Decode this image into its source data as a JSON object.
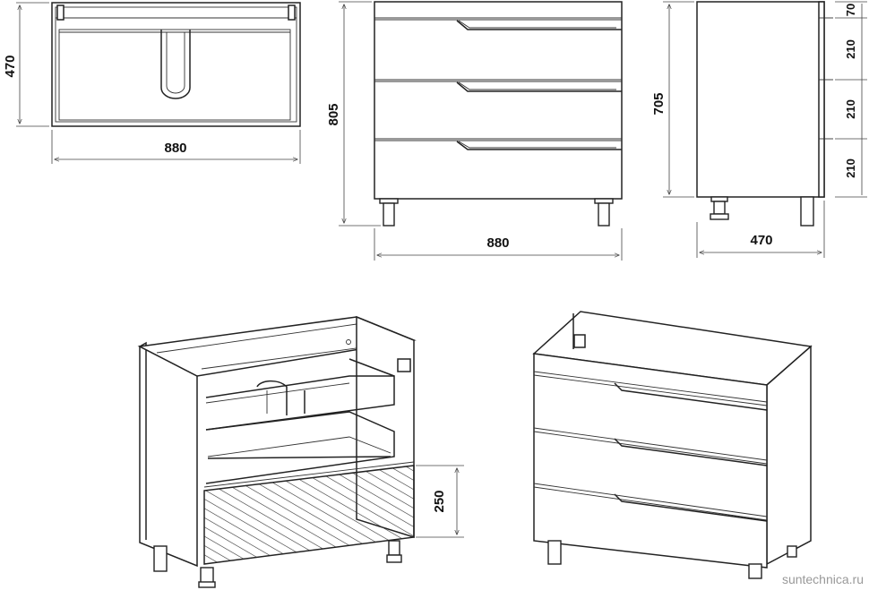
{
  "views": {
    "top": {
      "width_label": "880",
      "depth_label": "470"
    },
    "front": {
      "height_label": "805",
      "width_label": "880"
    },
    "side": {
      "height_label": "705",
      "depth_label": "470",
      "drawer_labels": [
        "70",
        "210",
        "210",
        "210"
      ]
    },
    "iso_open": {
      "drawer_height_label": "250"
    }
  },
  "watermark": "suntechnica.ru"
}
